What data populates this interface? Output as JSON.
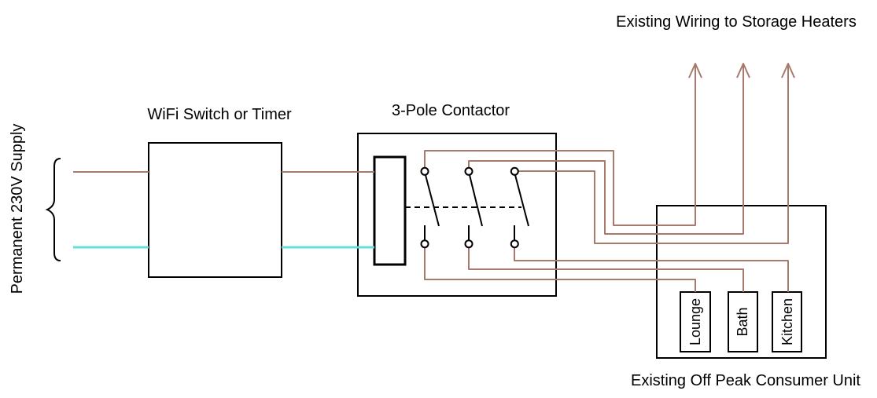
{
  "diagram": {
    "supply_label": "Permanent 230V Supply",
    "wifi_box_title": "WiFi Switch or Timer",
    "contactor_title": "3-Pole Contactor",
    "storage_heaters_title": "Existing Wiring to Storage Heaters",
    "consumer_unit_title": "Existing Off Peak Consumer Unit",
    "circuits": [
      "Lounge",
      "Bath",
      "Kitchen"
    ],
    "contactor_poles": 3,
    "heater_feeds": 3
  },
  "colors": {
    "live_wire": "#A87A6D",
    "neutral_wire": "#62DFDC",
    "outline": "#000000",
    "background": "#FFFFFF",
    "text": "#000000"
  }
}
